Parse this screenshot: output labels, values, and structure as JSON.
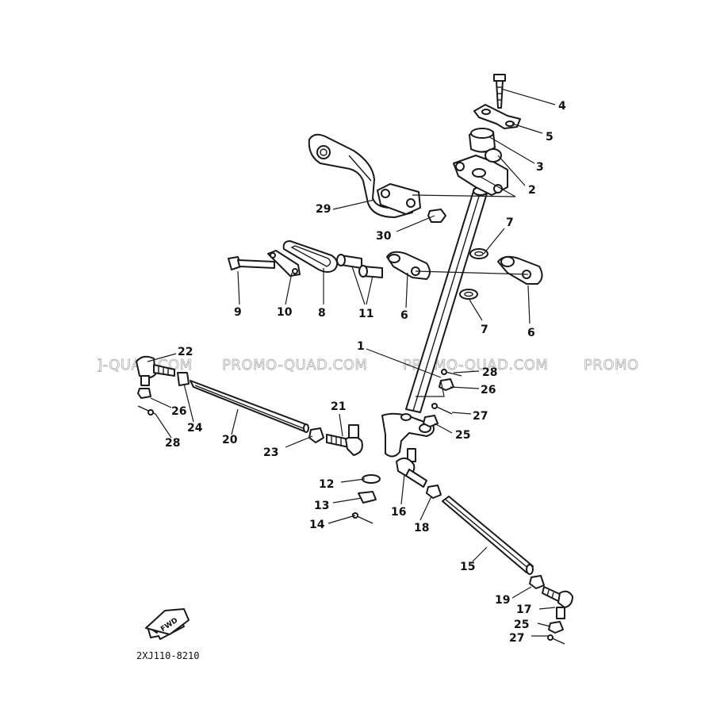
{
  "watermark": {
    "left": "]-QUAD.COM",
    "center_left": "PROMO-QUAD.COM",
    "center_right": "PROMO-QUAD.COM",
    "right": "PROMO"
  },
  "drawing_code": "2XJ110-8210",
  "fwd_label": "FWD",
  "callouts": {
    "c1": "1",
    "c2": "2",
    "c3": "3",
    "c4": "4",
    "c5": "5",
    "c6a": "6",
    "c6b": "6",
    "c7a": "7",
    "c7b": "7",
    "c8": "8",
    "c9": "9",
    "c10": "10",
    "c11": "11",
    "c12": "12",
    "c13": "13",
    "c14": "14",
    "c15": "15",
    "c16": "16",
    "c17": "17",
    "c18": "18",
    "c19": "19",
    "c20": "20",
    "c21": "21",
    "c22": "22",
    "c23": "23",
    "c24": "24",
    "c25a": "25",
    "c25b": "25",
    "c26a": "26",
    "c26b": "26",
    "c27a": "27",
    "c27b": "27",
    "c28a": "28",
    "c28b": "28",
    "c29": "29",
    "c30": "30"
  }
}
